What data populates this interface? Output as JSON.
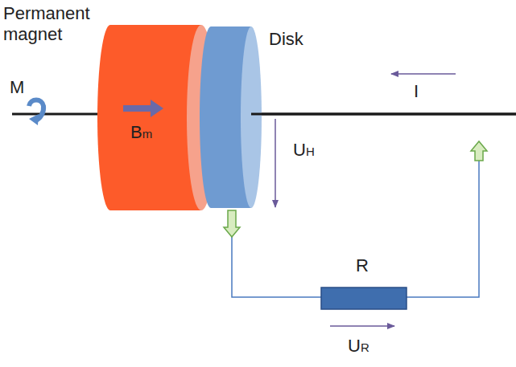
{
  "diagram": {
    "labels": [
      "Permanent magnet",
      "Disk",
      "M",
      "Bm",
      "I",
      "UH",
      "R",
      "UR"
    ]
  }
}
